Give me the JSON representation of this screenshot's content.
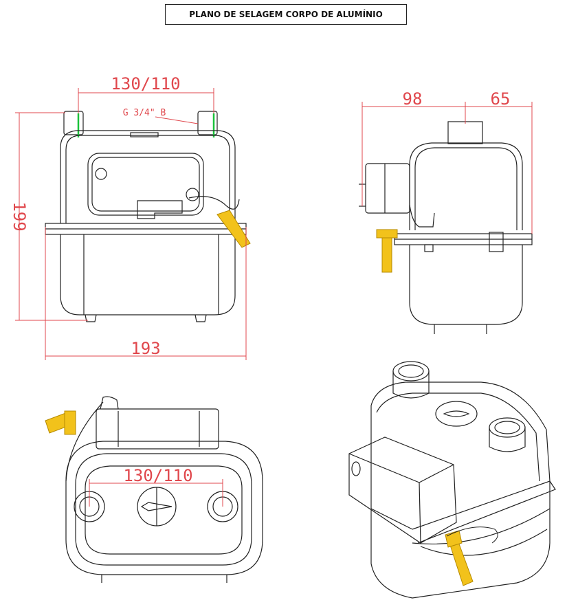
{
  "title": "PLANO DE SELAGEM CORPO DE ALUMÍNIO",
  "front_view": {
    "dim_top": "130/110",
    "thread_label": "G 3/4\" B",
    "dim_height": "199",
    "dim_width": "193"
  },
  "side_view": {
    "dim_left": "98",
    "dim_right": "65"
  },
  "bottom_view": {
    "dim_center": "130/110"
  },
  "colors": {
    "dimension": "#e0474c",
    "outline": "#222222",
    "seal": "#f2c21b",
    "marker": "#19c23a"
  }
}
